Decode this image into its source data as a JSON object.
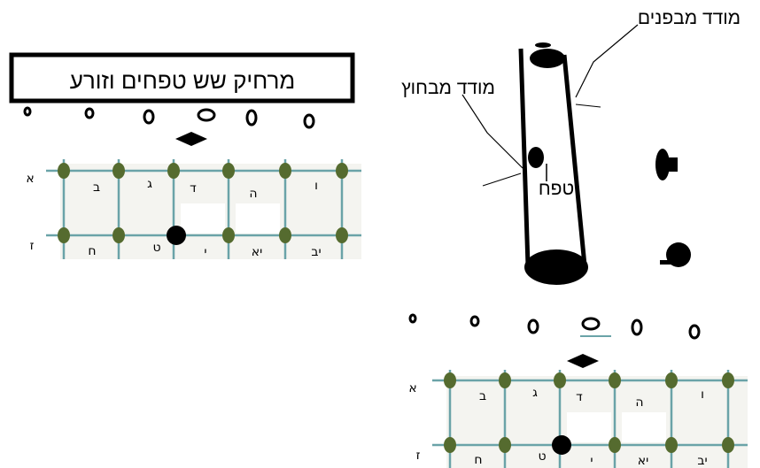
{
  "title_box": "מרחיק שש טפחים וזורע",
  "labels": {
    "inner_gauge": "מודד מבפנים",
    "outer_gauge": "מודד מבחוץ",
    "tefach": "טפח"
  },
  "grid_row_labels": [
    "א",
    "ז"
  ],
  "grid_top_cells": [
    "ב",
    "ג",
    "ד",
    "ה",
    "ו"
  ],
  "grid_bottom_cells": [
    "ח",
    "ט",
    "י",
    "יא",
    "יב"
  ],
  "colors": {
    "ink": "#000000",
    "grid_line": "#6aa3a8",
    "node": "#556b2f",
    "background": "#ffffff"
  }
}
